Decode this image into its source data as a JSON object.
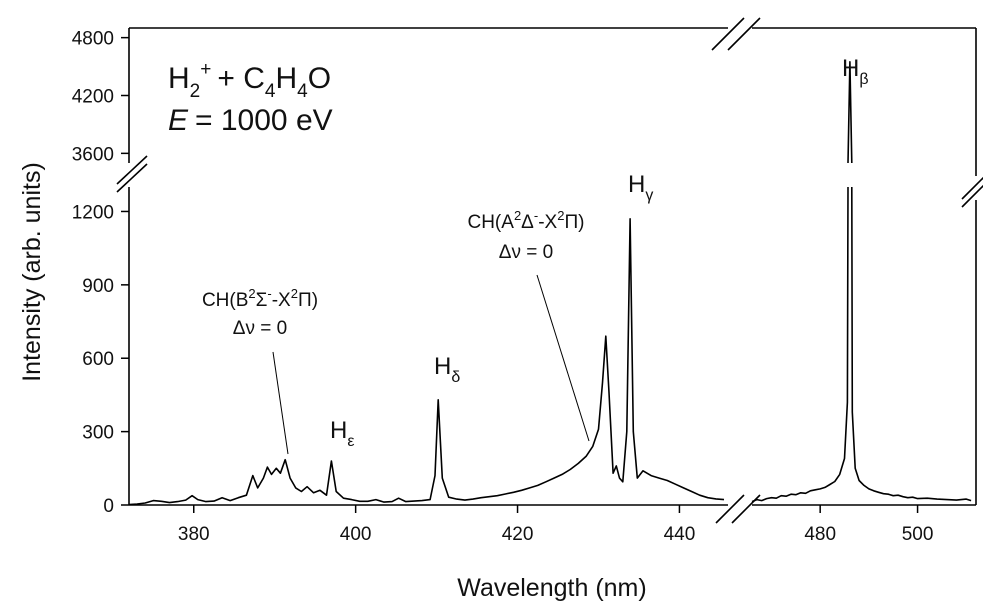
{
  "chart_data": {
    "type": "line",
    "xlabel": "Wavelength (nm)",
    "ylabel": "Intensity (arb. units)",
    "grid": false,
    "x_segments": [
      {
        "range": [
          372,
          446
        ],
        "ticks": [
          380,
          400,
          420,
          440
        ],
        "tick_labels": [
          "380",
          "400",
          "420",
          "440"
        ]
      },
      {
        "range": [
          466,
          512
        ],
        "ticks": [
          480,
          500
        ],
        "tick_labels": [
          "480",
          "500"
        ]
      }
    ],
    "y_segments": [
      {
        "range": [
          0,
          1300
        ],
        "ticks": [
          0,
          300,
          600,
          900,
          1200
        ],
        "tick_labels": [
          "0",
          "300",
          "600",
          "900",
          "1200"
        ]
      },
      {
        "range": [
          3500,
          4900
        ],
        "ticks": [
          3600,
          4200,
          4800
        ],
        "tick_labels": [
          "3600",
          "4200",
          "4800"
        ]
      }
    ],
    "title": {
      "reaction": {
        "a": "H",
        "a_sub": "2",
        "a_sup": "+",
        "plus": "+ C",
        "c_sub": "4",
        "h": "H",
        "h_sub": "4",
        "o": "O"
      },
      "energy": {
        "symbol": "E",
        "value": "= 1000 eV"
      }
    },
    "annotations": {
      "ch_b": {
        "line1": {
          "a": "CH(B",
          "sup1": "2",
          "b": "Σ",
          "sup2": "-",
          "c": "-X",
          "sup3": "2",
          "d": "Π)"
        },
        "line2": "Δν = 0"
      },
      "ch_a": {
        "line1": {
          "a": "CH(A",
          "sup1": "2",
          "b": "Δ",
          "sup2": "-",
          "c": "-X",
          "sup3": "2",
          "d": "Π)"
        },
        "line2": "Δν = 0"
      },
      "lines": [
        {
          "main": "H",
          "sub": "ε",
          "x": 397.0
        },
        {
          "main": "H",
          "sub": "δ",
          "x": 410.2
        },
        {
          "main": "H",
          "sub": "γ",
          "x": 434.0
        },
        {
          "main": "H",
          "sub": "β",
          "x": 486.1
        }
      ]
    },
    "series": [
      {
        "values": [
          {
            "x": 372,
            "y": 2
          },
          {
            "x": 373,
            "y": 4
          },
          {
            "x": 374,
            "y": 8
          },
          {
            "x": 375,
            "y": 18
          },
          {
            "x": 376,
            "y": 15
          },
          {
            "x": 377,
            "y": 10
          },
          {
            "x": 378,
            "y": 14
          },
          {
            "x": 379,
            "y": 20
          },
          {
            "x": 379.8,
            "y": 38
          },
          {
            "x": 380.5,
            "y": 22
          },
          {
            "x": 381.5,
            "y": 14
          },
          {
            "x": 382.5,
            "y": 16
          },
          {
            "x": 383.5,
            "y": 30
          },
          {
            "x": 384.5,
            "y": 18
          },
          {
            "x": 385.5,
            "y": 30
          },
          {
            "x": 386.5,
            "y": 40
          },
          {
            "x": 387.3,
            "y": 120
          },
          {
            "x": 387.9,
            "y": 70
          },
          {
            "x": 388.6,
            "y": 110
          },
          {
            "x": 389.1,
            "y": 155
          },
          {
            "x": 389.6,
            "y": 125
          },
          {
            "x": 390.2,
            "y": 150
          },
          {
            "x": 390.7,
            "y": 130
          },
          {
            "x": 391.3,
            "y": 185
          },
          {
            "x": 391.9,
            "y": 110
          },
          {
            "x": 392.6,
            "y": 70
          },
          {
            "x": 393.3,
            "y": 55
          },
          {
            "x": 394.0,
            "y": 75
          },
          {
            "x": 394.8,
            "y": 50
          },
          {
            "x": 395.6,
            "y": 60
          },
          {
            "x": 396.4,
            "y": 40
          },
          {
            "x": 397.0,
            "y": 180
          },
          {
            "x": 397.6,
            "y": 55
          },
          {
            "x": 398.5,
            "y": 28
          },
          {
            "x": 399.5,
            "y": 22
          },
          {
            "x": 400.5,
            "y": 15
          },
          {
            "x": 401.5,
            "y": 15
          },
          {
            "x": 402.5,
            "y": 22
          },
          {
            "x": 403.5,
            "y": 12
          },
          {
            "x": 404.5,
            "y": 14
          },
          {
            "x": 405.3,
            "y": 28
          },
          {
            "x": 406.2,
            "y": 14
          },
          {
            "x": 407.2,
            "y": 16
          },
          {
            "x": 408.2,
            "y": 18
          },
          {
            "x": 409.2,
            "y": 22
          },
          {
            "x": 409.8,
            "y": 120
          },
          {
            "x": 410.2,
            "y": 430
          },
          {
            "x": 410.7,
            "y": 110
          },
          {
            "x": 411.5,
            "y": 32
          },
          {
            "x": 412.5,
            "y": 24
          },
          {
            "x": 413.5,
            "y": 20
          },
          {
            "x": 414.5,
            "y": 24
          },
          {
            "x": 415.5,
            "y": 30
          },
          {
            "x": 416.5,
            "y": 34
          },
          {
            "x": 417.5,
            "y": 38
          },
          {
            "x": 418.5,
            "y": 45
          },
          {
            "x": 419.5,
            "y": 52
          },
          {
            "x": 420.5,
            "y": 60
          },
          {
            "x": 421.5,
            "y": 70
          },
          {
            "x": 422.5,
            "y": 80
          },
          {
            "x": 423.5,
            "y": 95
          },
          {
            "x": 424.5,
            "y": 110
          },
          {
            "x": 425.5,
            "y": 125
          },
          {
            "x": 426.5,
            "y": 145
          },
          {
            "x": 427.5,
            "y": 170
          },
          {
            "x": 428.5,
            "y": 200
          },
          {
            "x": 429.3,
            "y": 240
          },
          {
            "x": 430.0,
            "y": 310
          },
          {
            "x": 430.5,
            "y": 500
          },
          {
            "x": 430.9,
            "y": 690
          },
          {
            "x": 431.3,
            "y": 460
          },
          {
            "x": 431.8,
            "y": 130
          },
          {
            "x": 432.2,
            "y": 160
          },
          {
            "x": 432.6,
            "y": 110
          },
          {
            "x": 433.0,
            "y": 95
          },
          {
            "x": 433.5,
            "y": 300
          },
          {
            "x": 433.9,
            "y": 1170
          },
          {
            "x": 434.3,
            "y": 300
          },
          {
            "x": 434.8,
            "y": 110
          },
          {
            "x": 435.5,
            "y": 140
          },
          {
            "x": 436.5,
            "y": 120
          },
          {
            "x": 437.5,
            "y": 110
          },
          {
            "x": 438.5,
            "y": 100
          },
          {
            "x": 439.5,
            "y": 85
          },
          {
            "x": 440.5,
            "y": 70
          },
          {
            "x": 441.5,
            "y": 55
          },
          {
            "x": 442.5,
            "y": 40
          },
          {
            "x": 443.5,
            "y": 30
          },
          {
            "x": 444.5,
            "y": 25
          },
          {
            "x": 445.5,
            "y": 22
          }
        ]
      },
      {
        "values": [
          {
            "x": 466,
            "y": 14
          },
          {
            "x": 467,
            "y": 22
          },
          {
            "x": 468,
            "y": 18
          },
          {
            "x": 469,
            "y": 26
          },
          {
            "x": 470,
            "y": 30
          },
          {
            "x": 471,
            "y": 28
          },
          {
            "x": 472,
            "y": 38
          },
          {
            "x": 473,
            "y": 36
          },
          {
            "x": 474,
            "y": 44
          },
          {
            "x": 475,
            "y": 42
          },
          {
            "x": 476,
            "y": 50
          },
          {
            "x": 477,
            "y": 48
          },
          {
            "x": 478,
            "y": 58
          },
          {
            "x": 479,
            "y": 62
          },
          {
            "x": 480,
            "y": 66
          },
          {
            "x": 481,
            "y": 72
          },
          {
            "x": 482,
            "y": 84
          },
          {
            "x": 483,
            "y": 96
          },
          {
            "x": 484,
            "y": 125
          },
          {
            "x": 485,
            "y": 190
          },
          {
            "x": 485.6,
            "y": 420
          },
          {
            "x": 486.1,
            "y": 4550
          },
          {
            "x": 486.6,
            "y": 380
          },
          {
            "x": 487.2,
            "y": 150
          },
          {
            "x": 488,
            "y": 100
          },
          {
            "x": 489,
            "y": 80
          },
          {
            "x": 490,
            "y": 66
          },
          {
            "x": 491,
            "y": 58
          },
          {
            "x": 492,
            "y": 52
          },
          {
            "x": 493,
            "y": 46
          },
          {
            "x": 494,
            "y": 44
          },
          {
            "x": 495,
            "y": 38
          },
          {
            "x": 496,
            "y": 40
          },
          {
            "x": 497,
            "y": 34
          },
          {
            "x": 498,
            "y": 30
          },
          {
            "x": 499,
            "y": 32
          },
          {
            "x": 500,
            "y": 26
          },
          {
            "x": 502,
            "y": 28
          },
          {
            "x": 504,
            "y": 24
          },
          {
            "x": 506,
            "y": 22
          },
          {
            "x": 508,
            "y": 20
          },
          {
            "x": 510,
            "y": 24
          },
          {
            "x": 511,
            "y": 18
          }
        ]
      }
    ]
  }
}
